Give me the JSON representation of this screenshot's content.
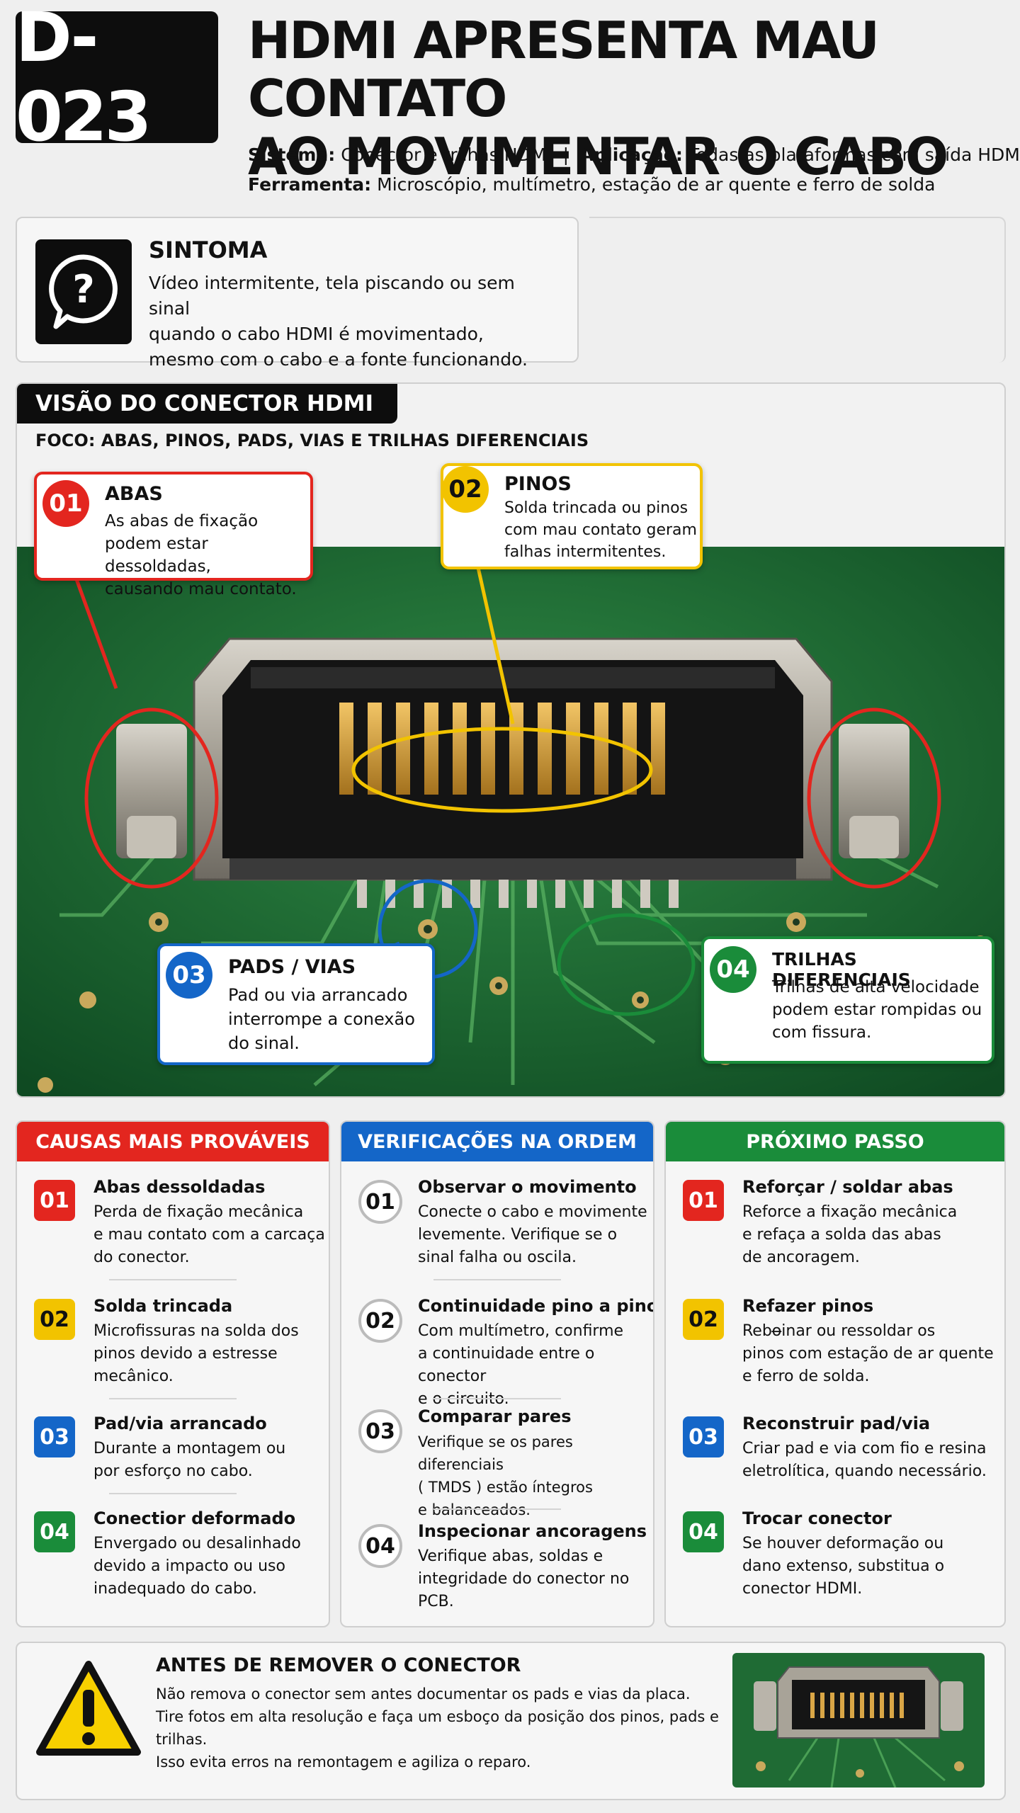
{
  "header": {
    "code": "D-023",
    "title_line1": "HDMI APRESENTA MAU CONTATO",
    "title_line2": "AO MOVIMENTAR O CABO",
    "system_label": "Sistema:",
    "system_value": "Conector e trilhas HDMI",
    "separator": "|",
    "application_label": "Aplicação:",
    "application_value": "Todas as plataformas com saída HDMI",
    "tool_label": "Ferramenta:",
    "tool_value": "Microscópio, multímetro, estação de ar quente e ferro de solda"
  },
  "symptom": {
    "icon": "question-bubble-icon",
    "title": "SINTOMA",
    "line1": "Vídeo intermitente, tela piscando ou sem sinal",
    "line2": "quando o cabo HDMI é movimentado,",
    "line3": "mesmo com o cabo e a fonte funcionando."
  },
  "connector_view": {
    "label": "VISÃO DO CONECTOR HDMI",
    "focus": "FOCO: ABAS, PINOS, PADS, VIAS E TRILHAS DIFERENCIAIS",
    "callouts": [
      {
        "num": "01",
        "title": "ABAS",
        "l1": "As abas de fixação",
        "l2": "podem estar dessoldadas,",
        "l3": "causando mau contato.",
        "color": "#e3261f"
      },
      {
        "num": "02",
        "title": "PINOS",
        "l1": "Solda trincada ou pinos",
        "l2": "com mau contato geram",
        "l3": "falhas intermitentes.",
        "color": "#f2c300"
      },
      {
        "num": "03",
        "title": "PADS / VIAS",
        "l1": "Pad ou via arrancado",
        "l2": "interrompe a conexão",
        "l3": "do sinal.",
        "color": "#1466c8"
      },
      {
        "num": "04",
        "title": "TRILHAS DIFERENCIAIS",
        "l1": "Trilhas de alta velocidade",
        "l2": "podem estar rompidas ou",
        "l3": "com fissura.",
        "color": "#1a8c3a"
      }
    ]
  },
  "columns": [
    {
      "title": "CAUSAS MAIS PROVÁVEIS",
      "color": "#e3261f",
      "items": [
        {
          "num": "01",
          "title": "Abas dessoldadas",
          "l1": "Perda de fixação mecânica",
          "l2": "e mau contato com a carcaça",
          "l3": "do conector.",
          "color": "#e3261f"
        },
        {
          "num": "02",
          "title": "Solda trincada",
          "l1": "Microfissuras na solda dos",
          "l2": "pinos devido a estresse",
          "l3": "mecânico.",
          "color": "#f2c300"
        },
        {
          "num": "03",
          "title": "Pad/via arrancado",
          "l1": "Durante a montagem ou",
          "l2": "por esforço no cabo.",
          "l3": "",
          "color": "#1466c8"
        },
        {
          "num": "04",
          "title": "Conectior deformado",
          "l1": "Envergado ou desalinhado",
          "l2": "devido a impacto ou uso",
          "l3": "inadequado do cabo.",
          "color": "#1a8c3a"
        }
      ]
    },
    {
      "title": "VERIFICAÇÕES NA ORDEM",
      "color": "#1466c8",
      "items": [
        {
          "num": "01",
          "title": "Observar o movimento",
          "l1": "Conecte o cabo e movimente",
          "l2": "levemente. Verifique se o",
          "l3": "sinal falha ou oscila."
        },
        {
          "num": "02",
          "title": "Continuidade pino a pino",
          "l1": "Com multímetro, confirme",
          "l2": "a continuidade entre o conector",
          "l3": "e o circuito."
        },
        {
          "num": "03",
          "title": "Comparar pares",
          "l1": "Verifique se os pares diferenciais",
          "l2": "( TMDS ) estão íntegros",
          "l3": "e balanceados."
        },
        {
          "num": "04",
          "title": "Inspecionar ancoragens",
          "l1": "Verifique abas, soldas e",
          "l2": "integridade do conector no PCB.",
          "l3": ""
        }
      ]
    },
    {
      "title": "PRÓXIMO PASSO",
      "color": "#1a8c3a",
      "items": [
        {
          "num": "01",
          "title": "Reforçar / soldar abas",
          "l1": "Reforce a fixação mecânica",
          "l2": "e refaça a solda das abas",
          "l3": "de ancoragem.",
          "color": "#e3261f"
        },
        {
          "num": "02",
          "title": "Refazer pinos",
          "l1": "Rebo̶inar ou ressoldar os",
          "l2": "pinos com estação de ar quente",
          "l3": "e ferro de solda.",
          "color": "#f2c300"
        },
        {
          "num": "03",
          "title": "Reconstruir pad/via",
          "l1": "Criar pad e via com fio e resina",
          "l2": "eletrolítica, quando necessário.",
          "l3": "",
          "color": "#1466c8"
        },
        {
          "num": "04",
          "title": "Trocar conector",
          "l1": "Se houver deformação ou",
          "l2": "dano extenso, substitua o",
          "l3": "conector HDMI.",
          "color": "#1a8c3a"
        }
      ]
    }
  ],
  "warning": {
    "icon": "warning-triangle-icon",
    "title": "ANTES DE REMOVER O CONECTOR",
    "l1": "Não remova o conector sem antes documentar os pads e vias da placa.",
    "l2": "Tire fotos em alta resolução e faça um esboço da posição dos pinos, pads e trilhas.",
    "l3": "Isso evita erros na remontagem e agiliza o reparo."
  }
}
